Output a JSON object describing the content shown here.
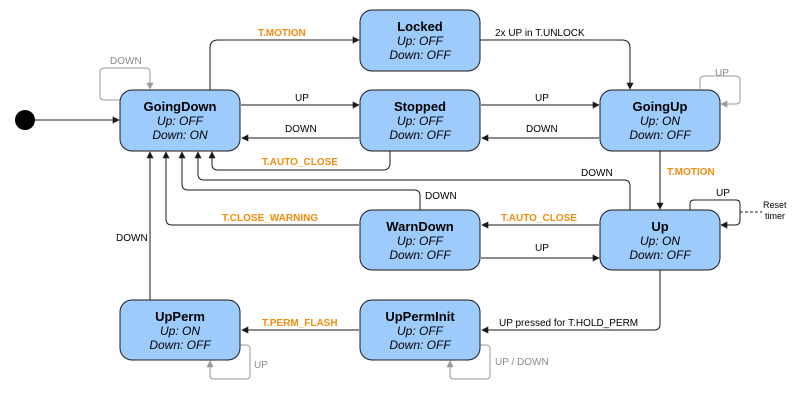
{
  "states": {
    "going_down": {
      "title": "GoingDown",
      "up": "Up: OFF",
      "down": "Down: ON"
    },
    "locked": {
      "title": "Locked",
      "up": "Up: OFF",
      "down": "Down: OFF"
    },
    "stopped": {
      "title": "Stopped",
      "up": "Up: OFF",
      "down": "Down: OFF"
    },
    "going_up": {
      "title": "GoingUp",
      "up": "Up: ON",
      "down": "Down: OFF"
    },
    "warn_down": {
      "title": "WarnDown",
      "up": "Up: OFF",
      "down": "Down: OFF"
    },
    "up": {
      "title": "Up",
      "up": "Up: ON",
      "down": "Down: OFF"
    },
    "up_perm": {
      "title": "UpPerm",
      "up": "Up: ON",
      "down": "Down: OFF"
    },
    "up_perm_init": {
      "title": "UpPermInit",
      "up": "Up: OFF",
      "down": "Down: OFF"
    }
  },
  "transitions": {
    "t_motion_to_locked": "T.MOTION",
    "locked_to_goingup": "2x UP in T.UNLOCK",
    "goingdown_self": "DOWN",
    "goingup_self": "UP",
    "goingdown_to_stopped": "UP",
    "stopped_to_goingdown": "DOWN",
    "stopped_to_goingup": "UP",
    "goingup_to_stopped": "DOWN",
    "auto_close_stopped": "T.AUTO_CLOSE",
    "goingup_to_up": "T.MOTION",
    "up_to_goingdown": "DOWN",
    "warndown_to_goingdown": "DOWN",
    "up_self": "UP",
    "reset_timer_1": "Reset",
    "reset_timer_2": "timer",
    "close_warning": "T.CLOSE_WARNING",
    "auto_close_up": "T.AUTO_CLOSE",
    "warndown_to_up": "UP",
    "upperm_to_goingdown": "DOWN",
    "perm_flash": "T.PERM_FLASH",
    "hold_perm": "UP pressed for T.HOLD_PERM",
    "upperm_self": "UP",
    "uperminit_self": "UP / DOWN"
  },
  "colors": {
    "state_fill": "#9ccbfc",
    "timer_label": "#f28c0f",
    "self_loop": "#9a9a9a"
  }
}
